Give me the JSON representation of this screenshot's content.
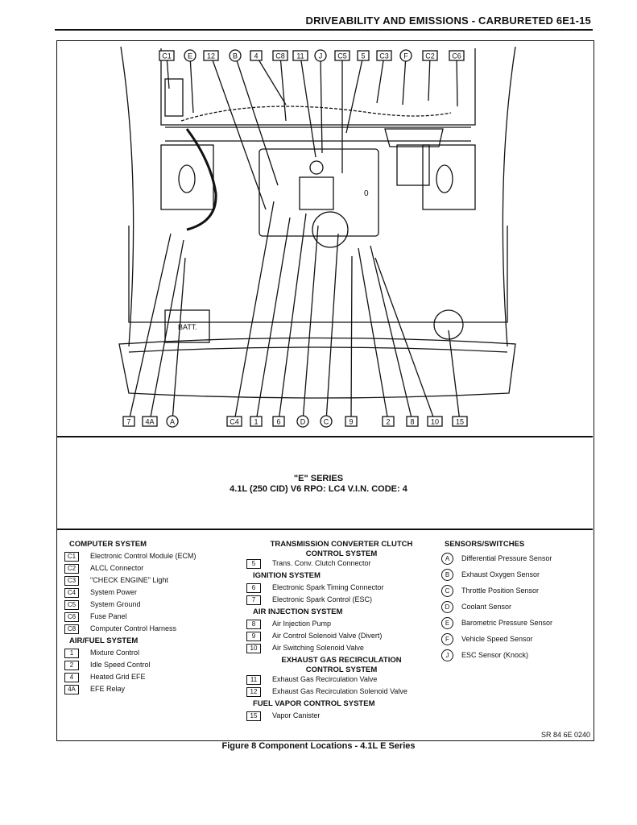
{
  "header": {
    "title": "DRIVEABILITY AND EMISSIONS - CARBURETED  6E1-15"
  },
  "diagram": {
    "top_labels": [
      "C1",
      "E",
      "12",
      "B",
      "4",
      "C8",
      "11",
      "J",
      "C5",
      "5",
      "C3",
      "F",
      "C2",
      "C6"
    ],
    "bottom_labels": [
      "7",
      "4A",
      "A",
      "C4",
      "1",
      "6",
      "D",
      "C",
      "9",
      "2",
      "8",
      "10",
      "15"
    ],
    "batt_label": "BATT."
  },
  "series": {
    "line1": "\"E\" SERIES",
    "line2": "4.1L (250 CID) V6   RPO: LC4   V.I.N. CODE: 4"
  },
  "legend": {
    "computer_heading": "COMPUTER SYSTEM",
    "computer": [
      {
        "code": "C1",
        "label": "Electronic Control Module (ECM)"
      },
      {
        "code": "C2",
        "label": "ALCL Connector"
      },
      {
        "code": "C3",
        "label": "\"CHECK ENGINE\" Light"
      },
      {
        "code": "C4",
        "label": "System Power"
      },
      {
        "code": "C5",
        "label": "System Ground"
      },
      {
        "code": "C6",
        "label": "Fuse Panel"
      },
      {
        "code": "C8",
        "label": "Computer Control Harness"
      }
    ],
    "airfuel_heading": "AIR/FUEL SYSTEM",
    "airfuel": [
      {
        "code": "1",
        "label": "Mixture Control"
      },
      {
        "code": "2",
        "label": "Idle Speed Control"
      },
      {
        "code": "4",
        "label": "Heated Grid EFE"
      },
      {
        "code": "4A",
        "label": "EFE Relay"
      }
    ],
    "tcc_heading1": "TRANSMISSION CONVERTER CLUTCH",
    "tcc_heading2": "CONTROL SYSTEM",
    "tcc": [
      {
        "code": "5",
        "label": "Trans. Conv. Clutch Connector"
      }
    ],
    "ignition_heading": "IGNITION SYSTEM",
    "ignition": [
      {
        "code": "6",
        "label": "Electronic Spark Timing Connector"
      },
      {
        "code": "7",
        "label": "Electronic Spark Control (ESC)"
      }
    ],
    "air_heading": "AIR INJECTION SYSTEM",
    "air": [
      {
        "code": "8",
        "label": "Air Injection Pump"
      },
      {
        "code": "9",
        "label": "Air Control Solenoid Valve (Divert)"
      },
      {
        "code": "10",
        "label": "Air Switching Solenoid Valve"
      }
    ],
    "egr_heading1": "EXHAUST GAS RECIRCULATION",
    "egr_heading2": "CONTROL SYSTEM",
    "egr": [
      {
        "code": "11",
        "label": "Exhaust Gas Recirculation Valve"
      },
      {
        "code": "12",
        "label": "Exhaust Gas Recirculation Solenoid Valve"
      }
    ],
    "fuelvapor_heading": "FUEL VAPOR CONTROL SYSTEM",
    "fuelvapor": [
      {
        "code": "15",
        "label": "Vapor Canister"
      }
    ],
    "sensors_heading": "SENSORS/SWITCHES",
    "sensors": [
      {
        "code": "A",
        "label": "Differential Pressure Sensor"
      },
      {
        "code": "B",
        "label": "Exhaust Oxygen Sensor"
      },
      {
        "code": "C",
        "label": "Throttle Position Sensor"
      },
      {
        "code": "D",
        "label": "Coolant Sensor"
      },
      {
        "code": "E",
        "label": "Barometric Pressure Sensor"
      },
      {
        "code": "F",
        "label": "Vehicle Speed Sensor"
      },
      {
        "code": "J",
        "label": "ESC Sensor (Knock)"
      }
    ]
  },
  "footer": {
    "code": "SR 84 6E 0240",
    "caption": "Figure 8 Component Locations - 4.1L E Series"
  }
}
